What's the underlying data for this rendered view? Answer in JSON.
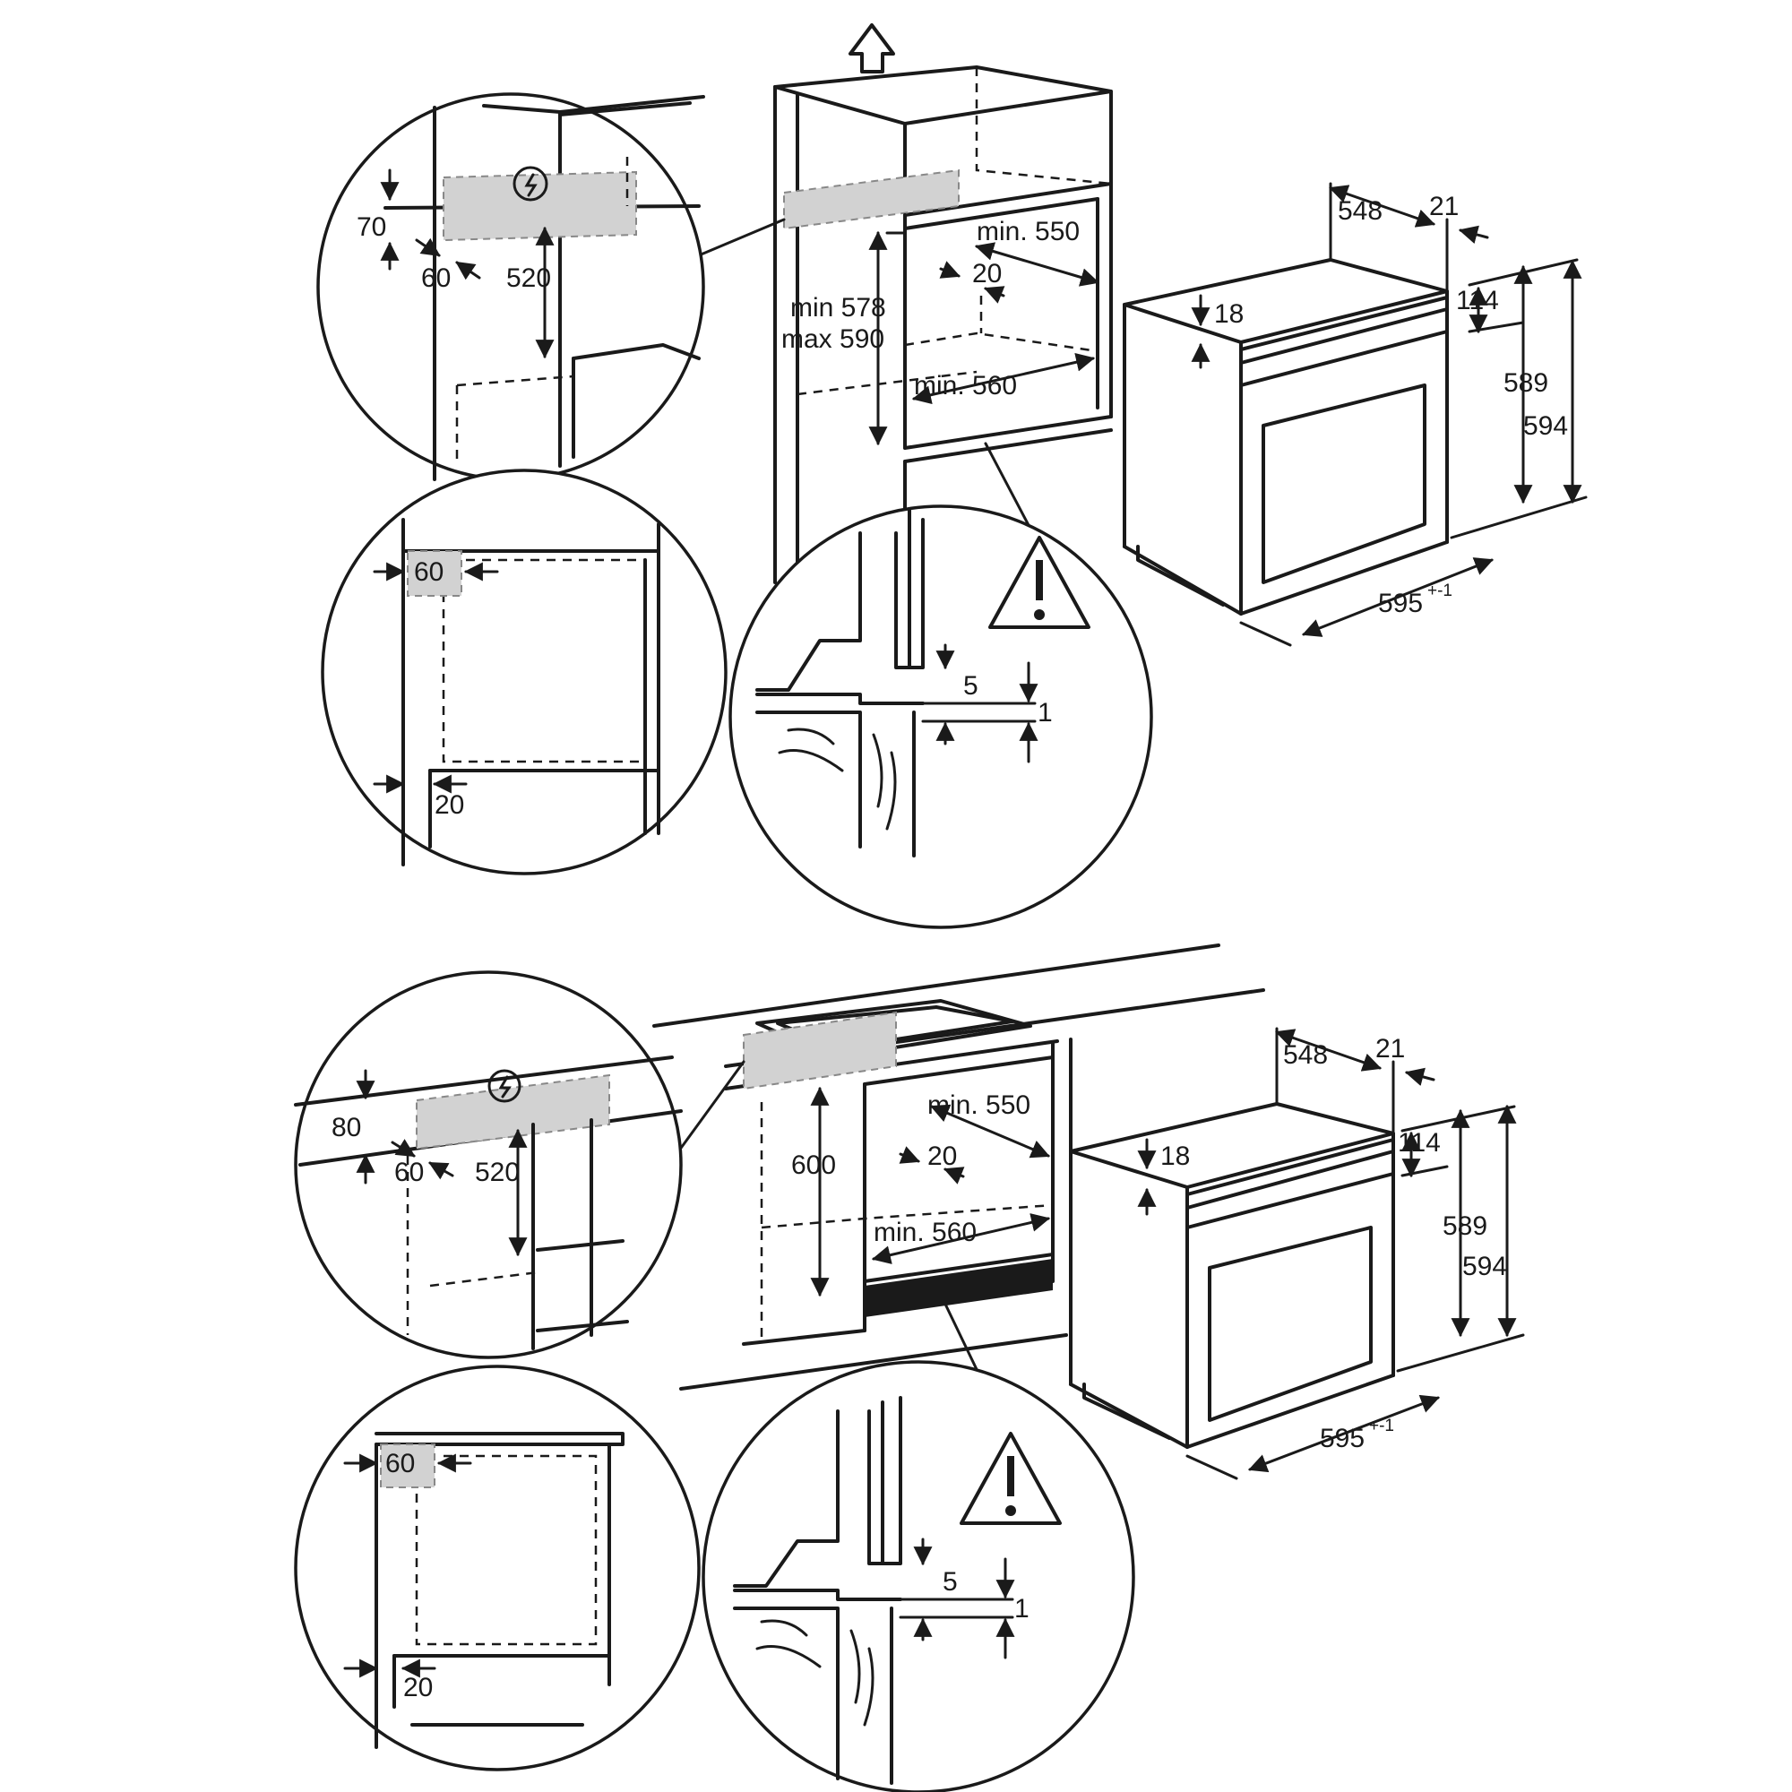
{
  "top": {
    "cabinet_labels": {
      "min_550": "min. 550",
      "gap_20": "20",
      "min_578": "min 578",
      "max_590": "max 590",
      "min_560": "min. 560"
    },
    "socket_detail": {
      "h_70": "70",
      "w_60": "60",
      "h_520": "520"
    },
    "side_detail": {
      "top_60": "60",
      "side_20": "20"
    },
    "floor_detail": {
      "gap_5": "5",
      "gap_1": "1"
    },
    "oven": {
      "depth_548": "548",
      "front_21": "21",
      "top_18": "18",
      "panel_114": "114",
      "height_589": "589",
      "height_594": "594",
      "width_595": "595",
      "width_tol": "+-1"
    }
  },
  "bottom": {
    "cabinet_labels": {
      "min_550": "min. 550",
      "gap_20": "20",
      "h_600": "600",
      "min_560": "min. 560"
    },
    "socket_detail": {
      "h_80": "80",
      "w_60": "60",
      "h_520": "520"
    },
    "side_detail": {
      "top_60": "60",
      "side_20": "20"
    },
    "floor_detail": {
      "gap_5": "5",
      "gap_1": "1"
    },
    "oven": {
      "depth_548": "548",
      "front_21": "21",
      "top_18": "18",
      "panel_114": "114",
      "height_589": "589",
      "height_594": "594",
      "width_595": "595",
      "width_tol": "+-1"
    }
  },
  "icons": {
    "warning": "warning-triangle-icon",
    "electric": "electric-hazard-icon",
    "up_arrow": "up-arrow-icon"
  }
}
